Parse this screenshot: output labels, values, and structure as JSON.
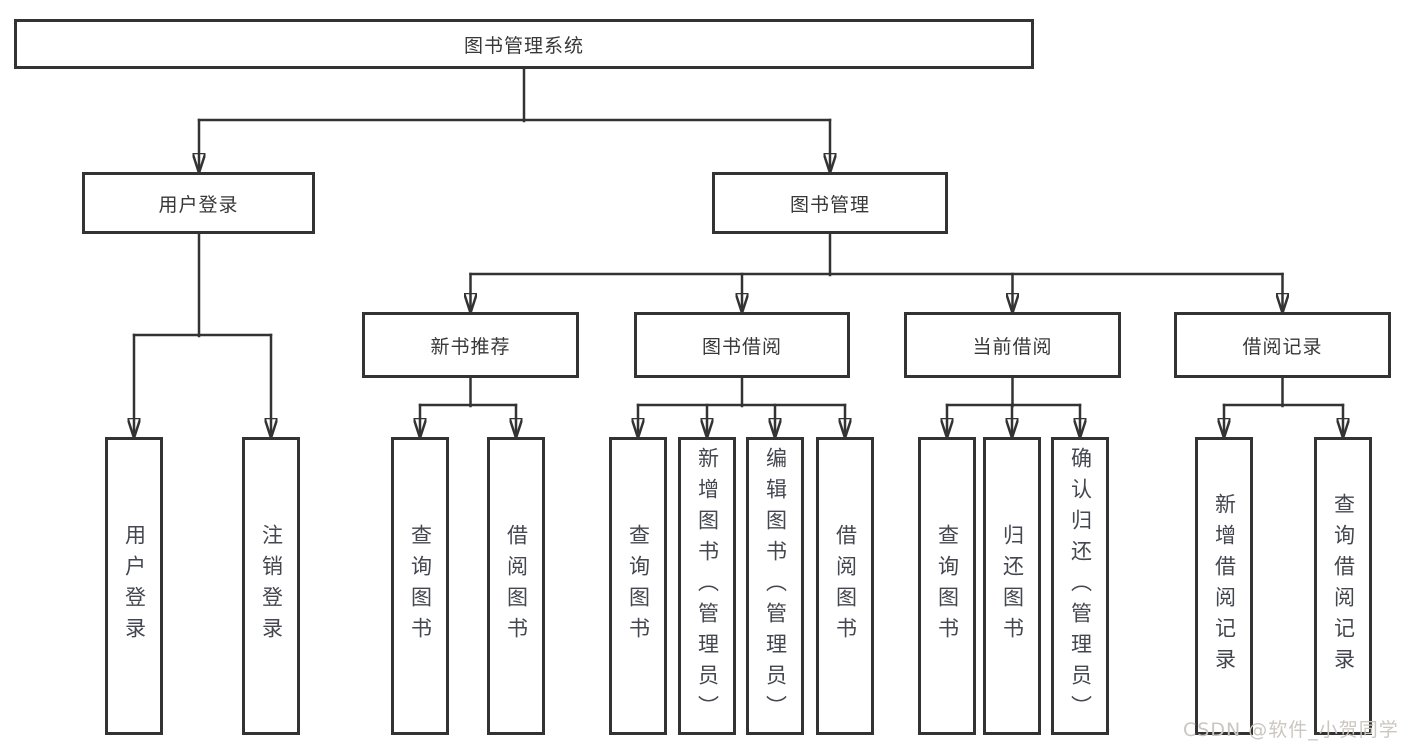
{
  "tree": {
    "root": {
      "label": "图书管理系统",
      "children": [
        {
          "label": "用户登录",
          "children": [
            {
              "label": "用户登录"
            },
            {
              "label": "注销登录"
            }
          ]
        },
        {
          "label": "图书管理",
          "children": [
            {
              "label": "新书推荐",
              "children": [
                {
                  "label": "查询图书"
                },
                {
                  "label": "借阅图书"
                }
              ]
            },
            {
              "label": "图书借阅",
              "children": [
                {
                  "label": "查询图书"
                },
                {
                  "label": "新增图书（管理员）"
                },
                {
                  "label": "编辑图书（管理员）"
                },
                {
                  "label": "借阅图书"
                }
              ]
            },
            {
              "label": "当前借阅",
              "children": [
                {
                  "label": "查询图书"
                },
                {
                  "label": "归还图书"
                },
                {
                  "label": "确认归还（管理员）"
                }
              ]
            },
            {
              "label": "借阅记录",
              "children": [
                {
                  "label": "新增借阅记录"
                },
                {
                  "label": "查询借阅记录"
                }
              ]
            }
          ]
        }
      ]
    }
  },
  "watermark": {
    "text": "CSDN @软件_小贺同学"
  },
  "colors": {
    "line": "#333333",
    "box_border": "#333333",
    "text": "#383838",
    "watermark": "#ccc6c1",
    "background": "#ffffff"
  }
}
